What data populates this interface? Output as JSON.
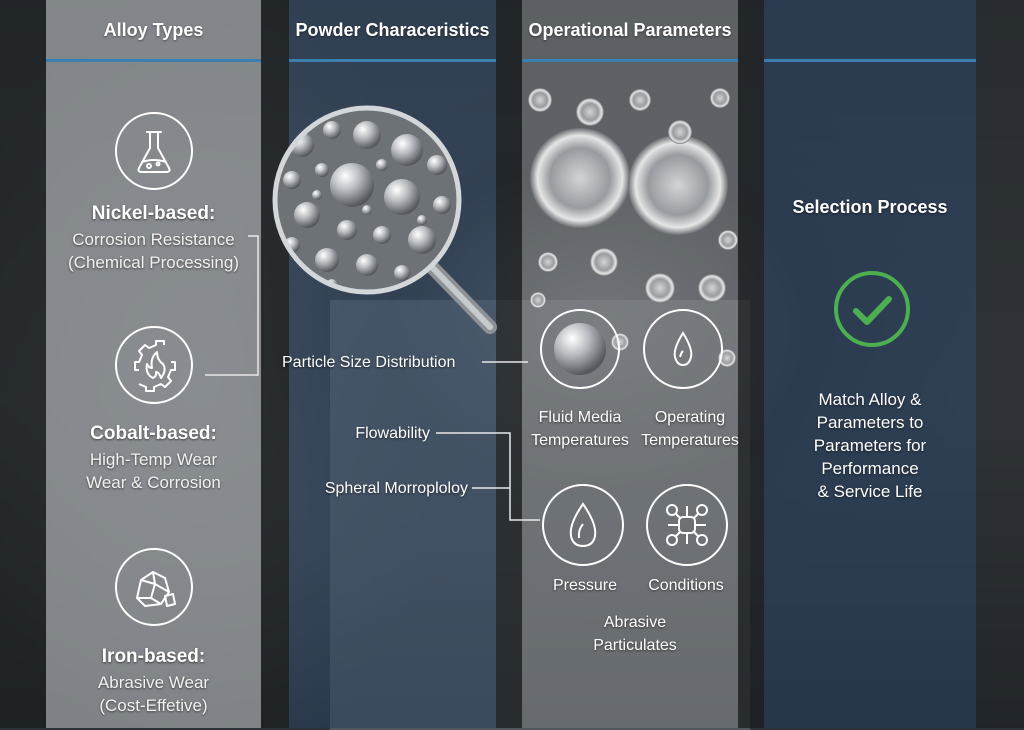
{
  "columns": {
    "alloy_types": {
      "title": "Alloy Types"
    },
    "powder": {
      "title": "Powder Characeristics"
    },
    "operational": {
      "title": "Operational Parameters"
    }
  },
  "alloys": [
    {
      "name": "Nickel-based:",
      "line1": "Corrosion Resistance",
      "line2": "(Chemical Processing)",
      "icon": "flask-icon"
    },
    {
      "name": "Cobalt-based:",
      "line1": "High-Temp Wear",
      "line2": "Wear & Corrosion",
      "icon": "flame-gear-icon"
    },
    {
      "name": "Iron-based:",
      "line1": "Abrasive Wear",
      "line2": "(Cost-Effetive)",
      "icon": "rock-icon"
    }
  ],
  "powder": {
    "particle_size": "Particle Size Distribution",
    "flowability": "Flowability",
    "spherical": "Spheral Morroploloy"
  },
  "operational": {
    "fluid_line1": "Fluid Media",
    "fluid_line2": "Temperatures",
    "operating_line1": "Operating",
    "operating_line2": "Temperatures",
    "pressure": "Pressure",
    "conditions": "Conditions",
    "abrasive_line1": "Abrasive",
    "abrasive_line2": "Particulates"
  },
  "selection": {
    "title": "Selection Process",
    "line1": "Match Alloy &",
    "line2": "Parameters to",
    "line3": "Parameters for",
    "line4": "Performance",
    "line5": "& Service Life"
  },
  "colors": {
    "accent_rule": "#3a7fb0",
    "check_green": "#4caf50"
  }
}
